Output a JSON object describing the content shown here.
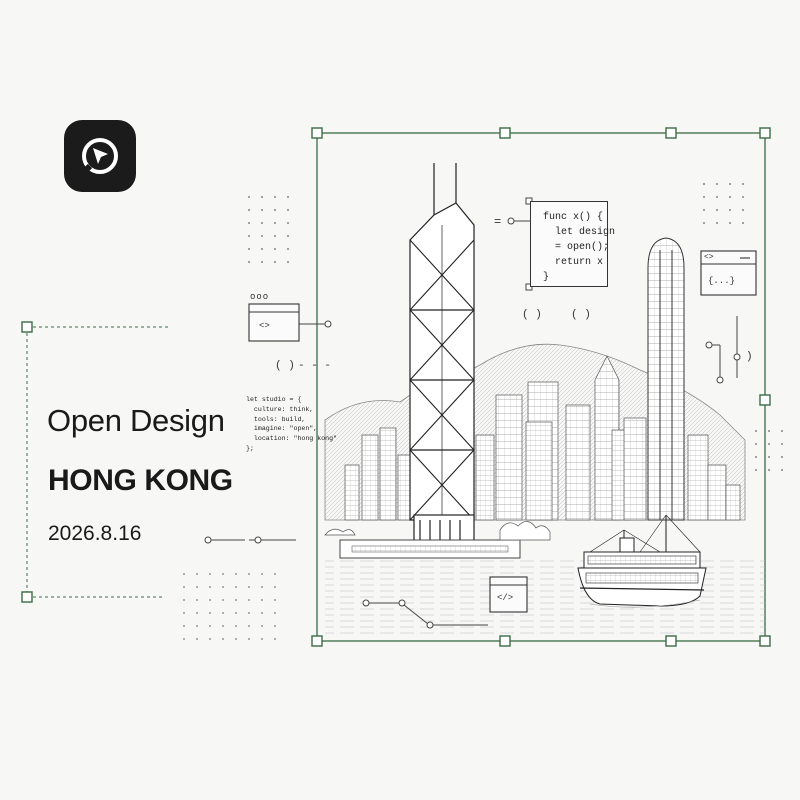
{
  "brand": {
    "title": "Open Design",
    "city": "HONG KONG",
    "date": "2026.8.16",
    "accent_color": "#3b6b45",
    "logo_icon": "cursor-arrow-icon"
  },
  "code_snippets": {
    "func_block": "func x() {\n  let design\n  = open();\n  return x\n}",
    "studio_block": "let studio = {\n  culture: think,\n  tools: build,\n  imagine: \"open\",\n  location: \"hong kong\"\n};",
    "equals_sign": "=",
    "parens_top_left": "( )",
    "parens_top_right": "( )",
    "parens_mid": "( )",
    "parens_right": ")",
    "dashes_mid": "- - -",
    "window_tag_left": "<>",
    "window_dots_left": "ooo",
    "window_tag_right": "<>",
    "window_content_right": "{...}",
    "window_tag_bottom": "</>"
  }
}
